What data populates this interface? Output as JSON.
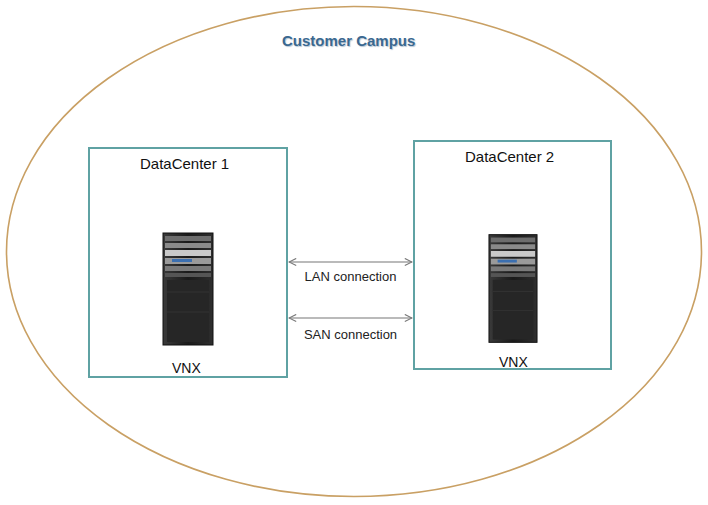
{
  "diagram": {
    "nodes": [
      {
        "text": [
          "Customer Campus"
        ]
      },
      {
        "text": [
          "DataCenter 1",
          "VNX"
        ],
        "in": 0
      },
      {
        "text": [
          "DataCenter 2",
          "VNX"
        ],
        "in": 0
      }
    ],
    "edges": [
      {
        "from": 1,
        "to": 2,
        "arrow": "both",
        "label": "LAN connection"
      },
      {
        "from": 1,
        "to": 2,
        "arrow": "both",
        "label": "SAN connection"
      }
    ]
  }
}
